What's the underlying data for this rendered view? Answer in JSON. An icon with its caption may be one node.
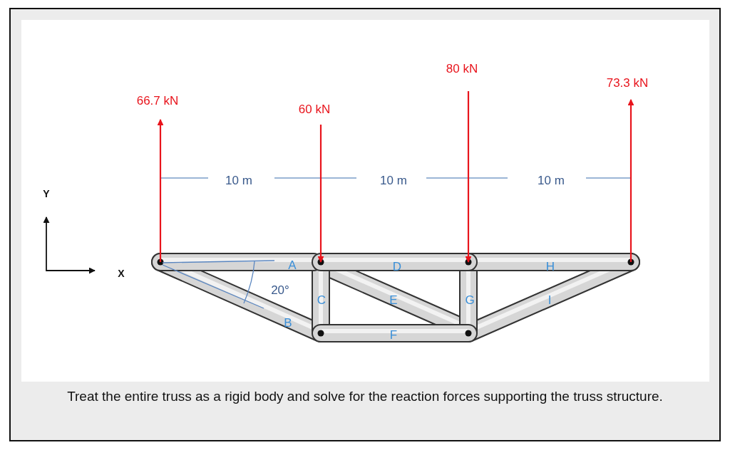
{
  "diagram": {
    "caption": "Treat the entire truss as a rigid body and solve for the reaction forces supporting the truss structure.",
    "labels": [
      "80 kN",
      "73.3 kN",
      "66.7 kN",
      "60 kN",
      "10 m",
      "10 m",
      "10 m",
      "Y",
      "A",
      "D",
      "H",
      "X",
      "20°",
      "C",
      "E",
      "G",
      "I",
      "B",
      "F"
    ]
  }
}
